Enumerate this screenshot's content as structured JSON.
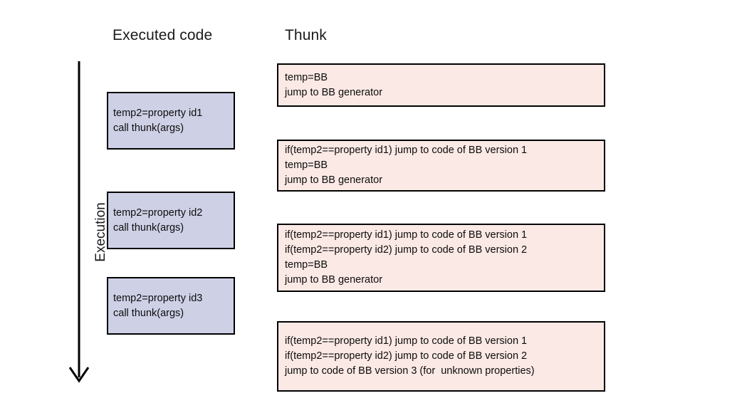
{
  "diagram": {
    "title_columns": {
      "executed_code": "Executed code",
      "thunk": "Thunk"
    },
    "axis": {
      "label": "Execution",
      "direction": "downward"
    },
    "colors": {
      "code_box_fill": "#ced0e6",
      "thunk_box_fill": "#fbe9e5",
      "box_border": "#000000",
      "text": "#0d0d0d",
      "background": "#ffffff"
    },
    "executed_code_boxes": [
      {
        "lines": [
          "temp2=property id1",
          "call thunk(args)"
        ]
      },
      {
        "lines": [
          "temp2=property id2",
          "call thunk(args)"
        ]
      },
      {
        "lines": [
          "temp2=property id3",
          "call thunk(args)"
        ]
      }
    ],
    "thunk_boxes": [
      {
        "lines": [
          "temp=BB",
          "jump to BB generator"
        ]
      },
      {
        "lines": [
          "if(temp2==property id1) jump to code of BB version 1",
          "temp=BB",
          "jump to BB generator"
        ]
      },
      {
        "lines": [
          "if(temp2==property id1) jump to code of BB version 1",
          "if(temp2==property id2) jump to code of BB version 2",
          "temp=BB",
          "jump to BB generator"
        ]
      },
      {
        "lines": [
          "if(temp2==property id1) jump to code of BB version 1",
          "if(temp2==property id2) jump to code of BB version 2",
          "jump to code of BB version 3 (for  unknown properties)"
        ]
      }
    ]
  }
}
